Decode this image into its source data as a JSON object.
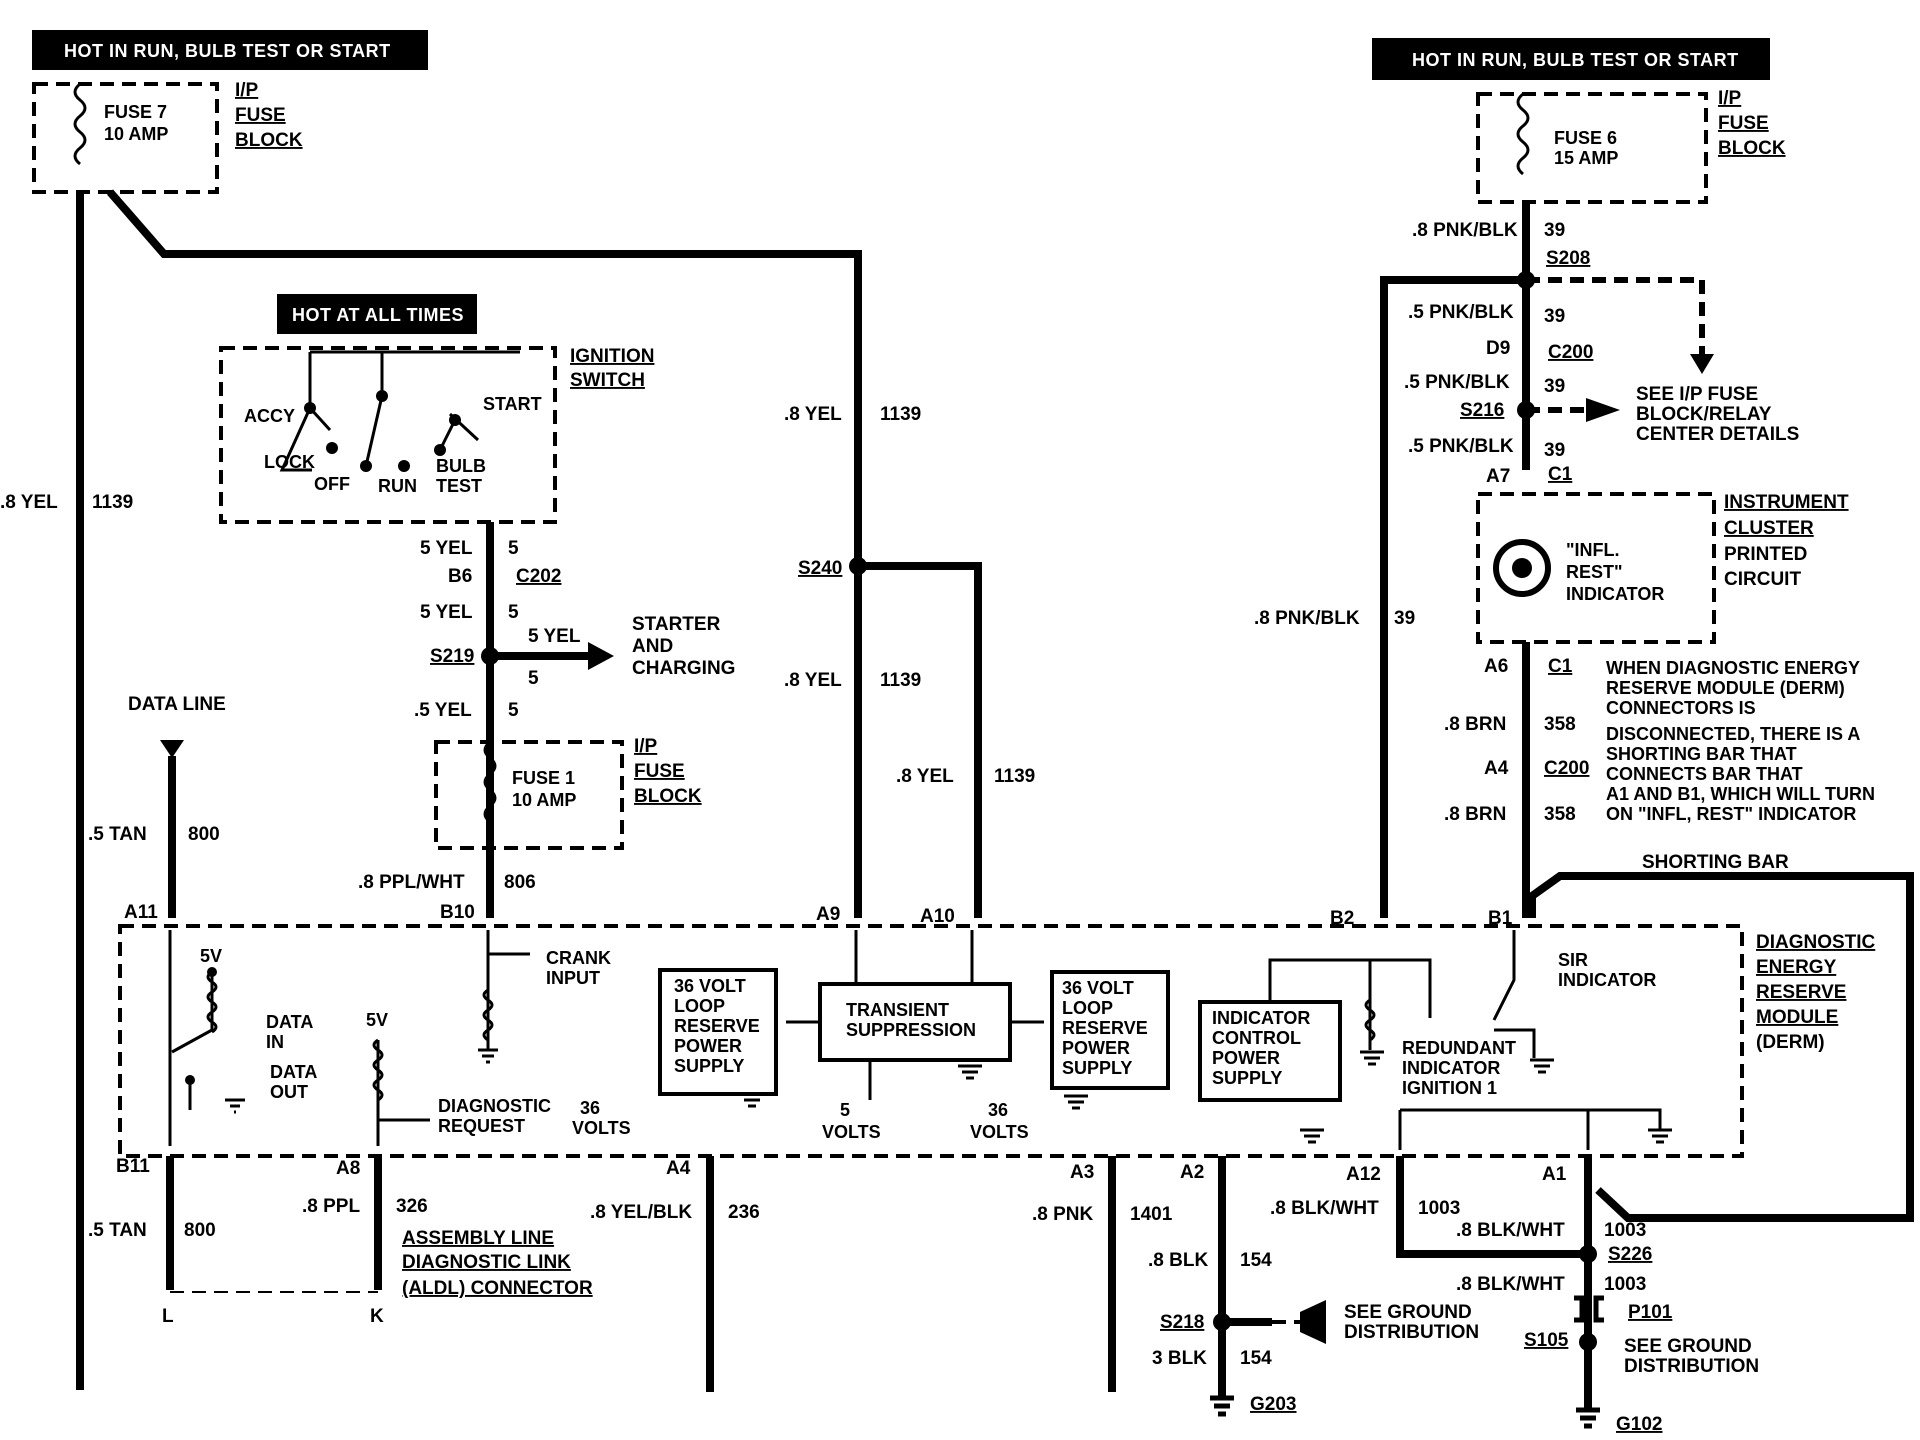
{
  "headers": {
    "fuse7_power": "HOT IN RUN, BULB TEST OR START",
    "fuse6_power": "HOT IN RUN, BULB TEST OR START",
    "ignition_power": "HOT AT ALL TIMES"
  },
  "fuses": {
    "fuse7": {
      "line1": "FUSE 7",
      "line2": "10 AMP"
    },
    "fuse6": {
      "line1": "FUSE 6",
      "line2": "15 AMP"
    },
    "fuse1": {
      "line1": "FUSE 1",
      "line2": "10 AMP"
    },
    "block_label": [
      "I/P",
      "FUSE",
      "BLOCK"
    ]
  },
  "ignition": {
    "title": [
      "IGNITION",
      "SWITCH"
    ],
    "positions": {
      "accy": "ACCY",
      "lock": "LOCK",
      "off": "OFF",
      "run": "RUN",
      "bulb1": "BULB",
      "bulb2": "TEST",
      "start": "START"
    }
  },
  "wires": {
    "yel_8": ".8 YEL",
    "yel_5": ".5 YEL",
    "yel_5b": "5 YEL",
    "c1139": "1139",
    "c5": "5",
    "tan_5": ".5 TAN",
    "c800": "800",
    "ppl_wht": ".8 PPL/WHT",
    "c806": "806",
    "ppl": ".8 PPL",
    "c326": "326",
    "yel_blk": ".8 YEL/BLK",
    "c236": "236",
    "pnk": ".8 PNK",
    "c1401": "1401",
    "blk_8": ".8 BLK",
    "blk_3": "3 BLK",
    "c154": "154",
    "blk_wht": ".8 BLK/WHT",
    "c1003": "1003",
    "pnk_blk_8": ".8 PNK/BLK",
    "pnk_blk_5": ".5 PNK/BLK",
    "c39": "39",
    "brn": ".8 BRN",
    "c358": "358"
  },
  "connectors": {
    "B6": "B6",
    "C202": "C202",
    "S219": "S219",
    "S240": "S240",
    "S208": "S208",
    "D9": "D9",
    "C200": "C200",
    "S216": "S216",
    "A7": "A7",
    "C1": "C1",
    "A6": "A6",
    "A4top": "A4",
    "A11": "A11",
    "B10": "B10",
    "A9": "A9",
    "A10": "A10",
    "B2": "B2",
    "B1": "B1",
    "B11": "B11",
    "A8": "A8",
    "A4": "A4",
    "A3": "A3",
    "A2": "A2",
    "A12": "A12",
    "A1": "A1",
    "S218": "S218",
    "G203": "G203",
    "S226": "S226",
    "P101": "P101",
    "S105": "S105",
    "G102": "G102",
    "L": "L",
    "K": "K"
  },
  "labels": {
    "starter": [
      "STARTER",
      "AND",
      "CHARGING"
    ],
    "data_line": "DATA LINE",
    "see_ip": [
      "SEE I/P FUSE",
      "BLOCK/RELAY",
      "CENTER DETAILS"
    ],
    "cluster": [
      "INSTRUMENT",
      "CLUSTER",
      "PRINTED",
      "CIRCUIT"
    ],
    "infl": [
      "\"INFL.",
      "REST\"",
      "INDICATOR"
    ],
    "note": [
      "WHEN DIAGNOSTIC ENERGY",
      "RESERVE MODULE (DERM)",
      "CONNECTORS IS",
      "DISCONNECTED, THERE IS A",
      "SHORTING BAR THAT",
      "CONNECTS BAR THAT",
      "A1 AND B1, WHICH WILL TURN",
      "ON \"INFL, REST\" INDICATOR"
    ],
    "shorting_bar": "SHORTING BAR",
    "aldl": [
      "ASSEMBLY LINE",
      "DIAGNOSTIC LINK",
      "(ALDL) CONNECTOR"
    ],
    "see_ground": [
      "SEE GROUND",
      "DISTRIBUTION"
    ]
  },
  "derm": {
    "title": [
      "DIAGNOSTIC",
      "ENERGY",
      "RESERVE",
      "MODULE",
      "(DERM)"
    ],
    "v5": "5V",
    "data_in": [
      "DATA",
      "IN"
    ],
    "data_out": [
      "DATA",
      "OUT"
    ],
    "crank": [
      "CRANK",
      "INPUT"
    ],
    "diag_req": [
      "DIAGNOSTIC",
      "REQUEST"
    ],
    "v36": [
      "36",
      "VOLTS"
    ],
    "volts5": [
      "5",
      "VOLTS"
    ],
    "loop1": [
      "36 VOLT",
      "LOOP",
      "RESERVE",
      "POWER",
      "SUPPLY"
    ],
    "transient": [
      "TRANSIENT",
      "SUPPRESSION"
    ],
    "loop2": [
      "36 VOLT",
      "LOOP",
      "RESERVE",
      "POWER",
      "SUPPLY"
    ],
    "indicator_ps": [
      "INDICATOR",
      "CONTROL",
      "POWER",
      "SUPPLY"
    ],
    "redundant": [
      "REDUNDANT",
      "INDICATOR",
      "IGNITION 1"
    ],
    "sir": [
      "SIR",
      "INDICATOR"
    ]
  }
}
